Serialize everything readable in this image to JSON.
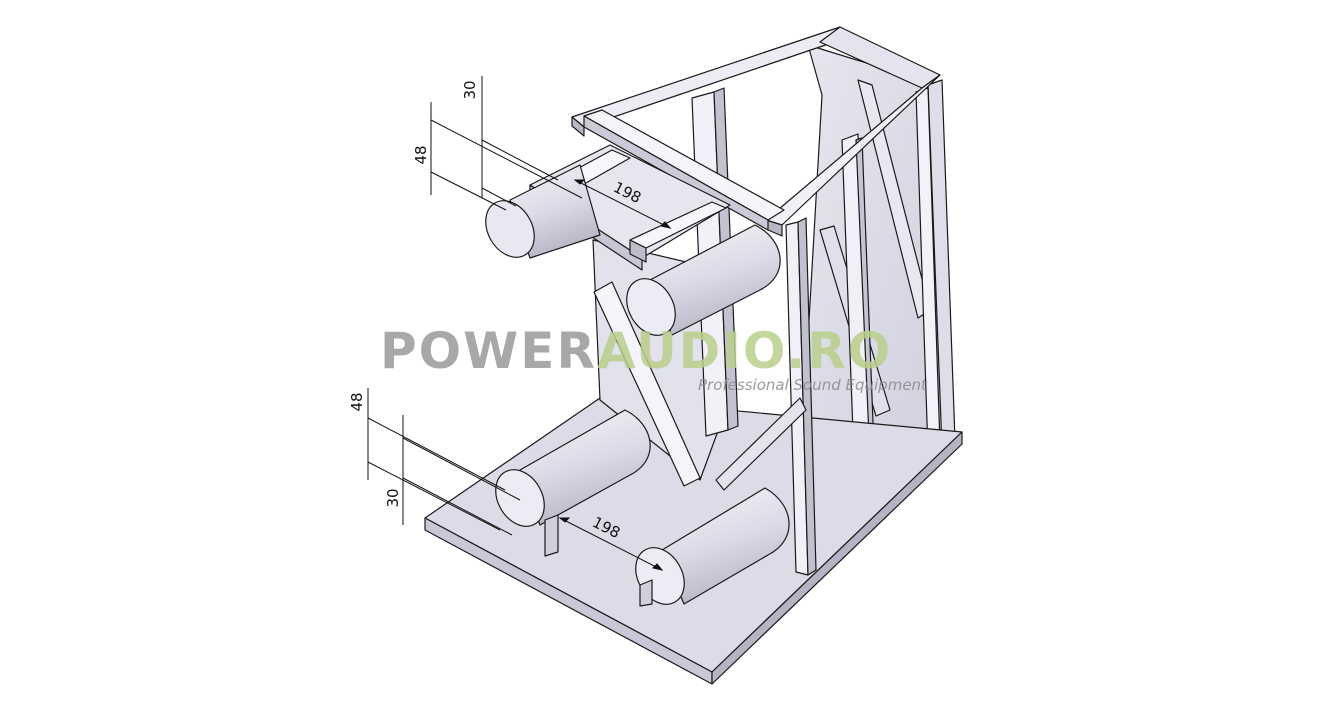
{
  "drawing": {
    "upper_dimensions": {
      "height_outer": "48",
      "height_inner": "30",
      "depth": "198"
    },
    "lower_dimensions": {
      "height_outer": "48",
      "height_inner": "30",
      "depth": "198"
    }
  },
  "watermark": {
    "part1": "POWER",
    "part2": "AUDIO.RO",
    "tagline": "Professional Sound Equipment",
    "part1_color": "#9a9a9a",
    "part2_color": "#b9cf8a",
    "tagline_color": "#8a8a8a"
  },
  "colors": {
    "face_light": "#eeeef6",
    "face_mid": "#d8d8e4",
    "face_dark": "#b9b9c8",
    "edge": "#1a1a1a"
  }
}
